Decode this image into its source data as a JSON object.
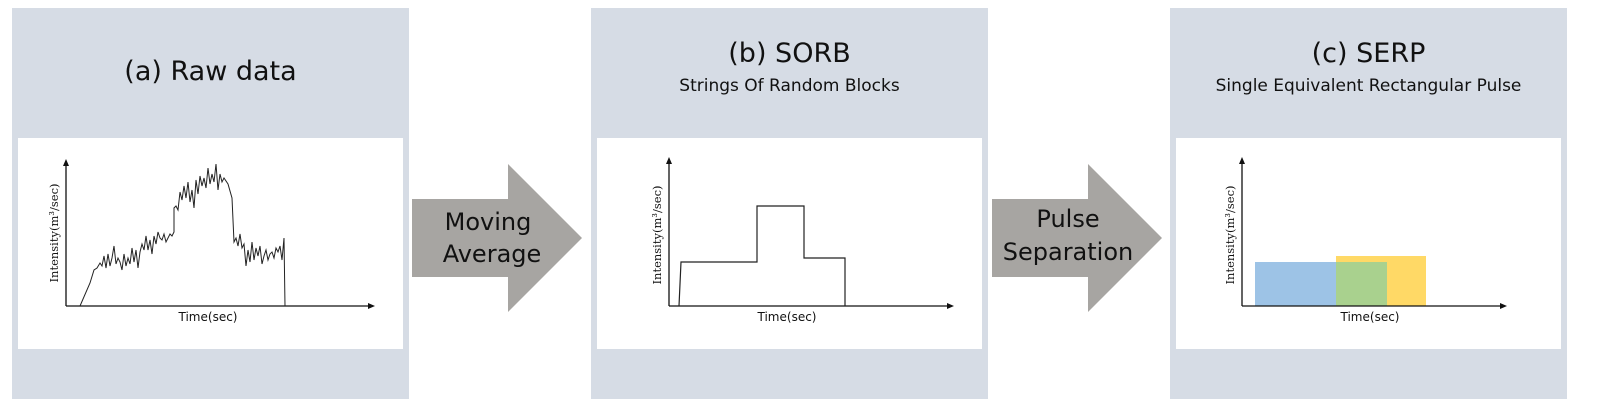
{
  "panels": [
    {
      "title": "(a) Raw data",
      "subtitle": ""
    },
    {
      "title": "(b) SORB",
      "subtitle": "Strings Of Random Blocks"
    },
    {
      "title": "(c) SERP",
      "subtitle": "Single Equivalent Rectangular Pulse"
    }
  ],
  "axes": {
    "x_label": "Time(sec)",
    "y_label": "Intensity(m³/sec)"
  },
  "arrows": [
    {
      "line1": "Moving",
      "line2": "Average"
    },
    {
      "line1": "Pulse",
      "line2": "Separation"
    }
  ],
  "colors": {
    "panel_bg": "#d6dce5",
    "arrow": "#a7a5a2",
    "pulse_blue": "#9dc3e6",
    "pulse_yellow": "#ffd966",
    "pulse_overlap": "#a9d18e"
  }
}
